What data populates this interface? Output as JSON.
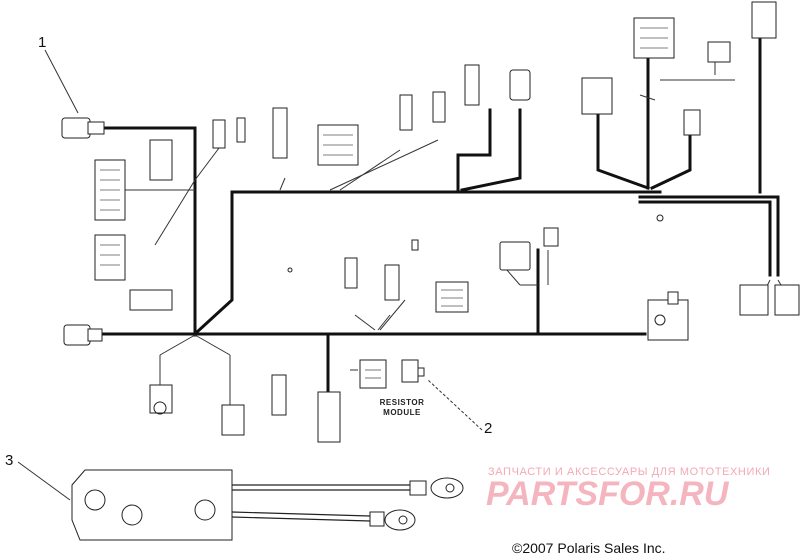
{
  "callouts": [
    "1",
    "2",
    "3"
  ],
  "module_label_line1": "RESISTOR",
  "module_label_line2": "MODULE",
  "watermark": {
    "tagline": "ЗАПЧАСТИ И АКСЕССУАРЫ ДЛЯ МОТОТЕХНИКИ",
    "logo_text": "PARTSFOR.RU",
    "color": "#f3a9b4"
  },
  "copyright": "©2007 Polaris Sales Inc.",
  "colors": {
    "wire": "#111111",
    "thin_line": "#333333",
    "background": "#ffffff"
  }
}
